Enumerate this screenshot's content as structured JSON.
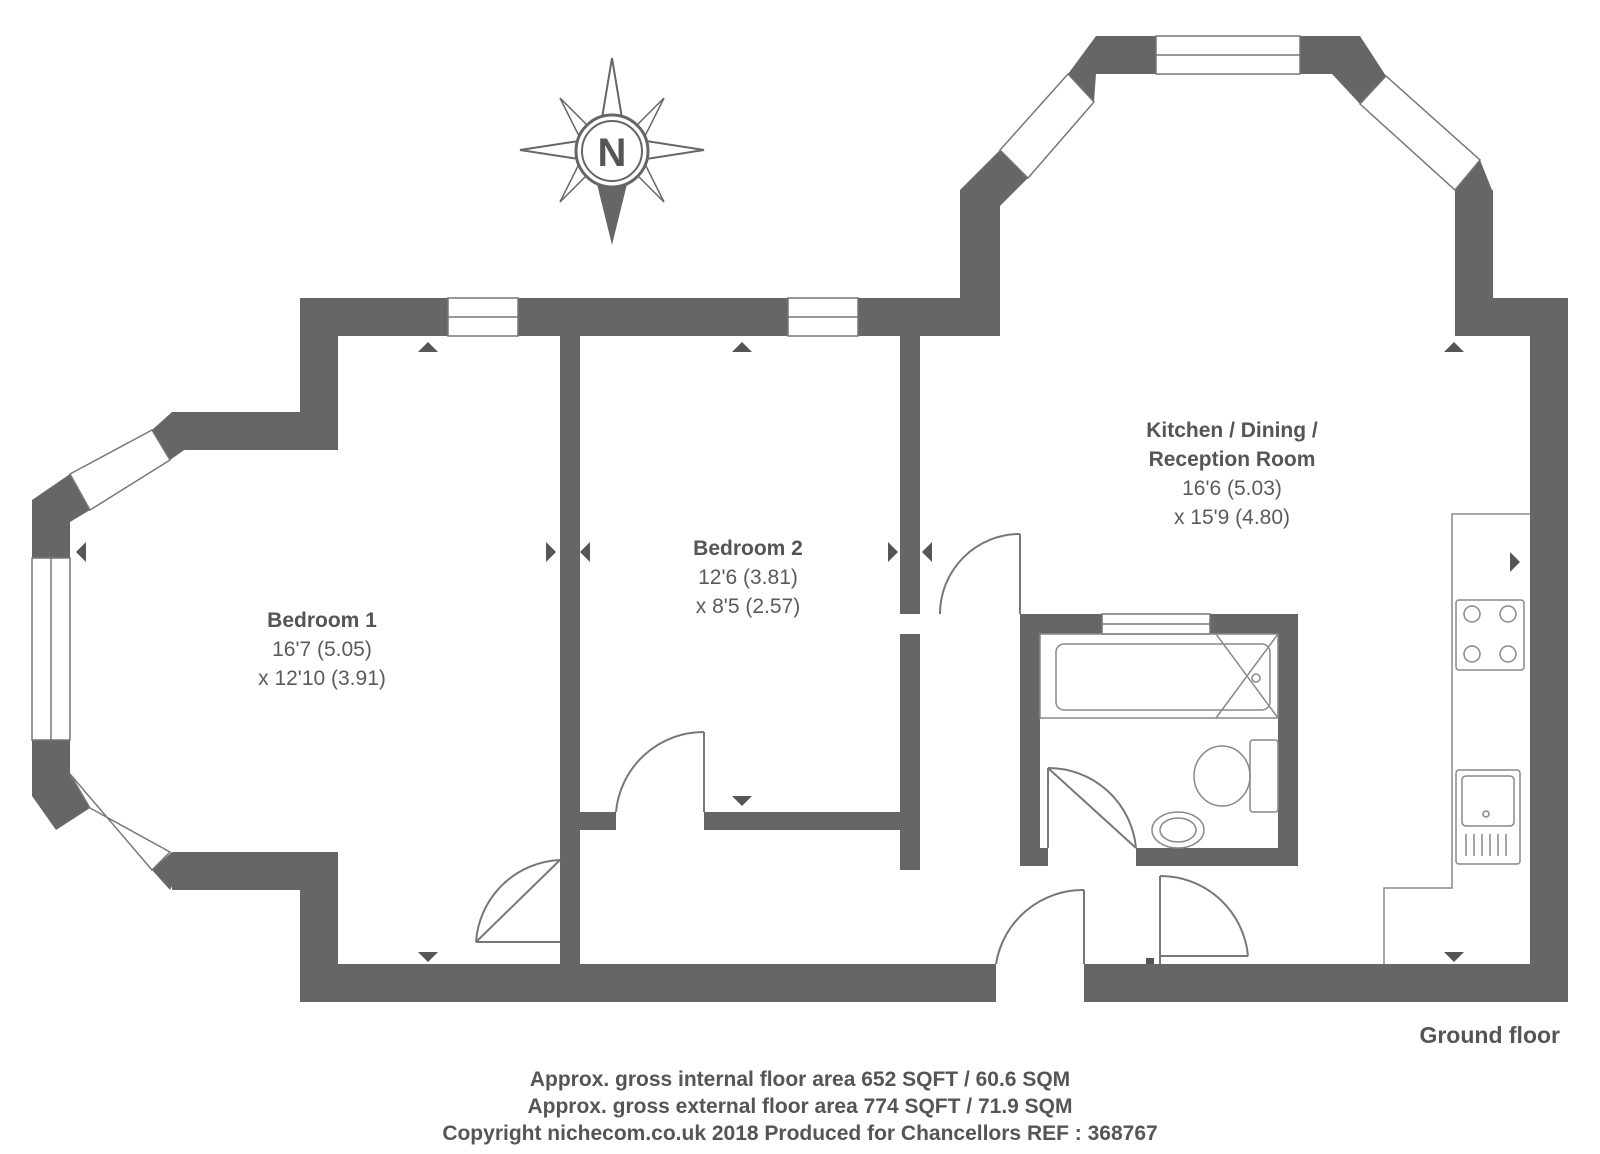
{
  "compass": {
    "letter": "N",
    "icon": "compass-rose-icon"
  },
  "rooms": {
    "bedroom1": {
      "name": "Bedroom 1",
      "dim1": "16'7 (5.05)",
      "dim2": "x 12'10 (3.91)"
    },
    "bedroom2": {
      "name": "Bedroom 2",
      "dim1": "12'6 (3.81)",
      "dim2": "x 8'5 (2.57)"
    },
    "kitchen": {
      "name_line1": "Kitchen / Dining /",
      "name_line2": "Reception Room",
      "dim1": "16'6 (5.03)",
      "dim2": "x 15'9 (4.80)"
    }
  },
  "floor_label": "Ground floor",
  "footer": {
    "line1": "Approx. gross internal floor area 652 SQFT / 60.6 SQM",
    "line2": "Approx. gross external floor area 774 SQFT / 71.9 SQM",
    "line3": "Copyright nichecom.co.uk 2018 Produced for Chancellors REF : 368767"
  },
  "colors": {
    "wall": "#666666",
    "text": "#555555",
    "fixture_stroke": "#888888"
  }
}
